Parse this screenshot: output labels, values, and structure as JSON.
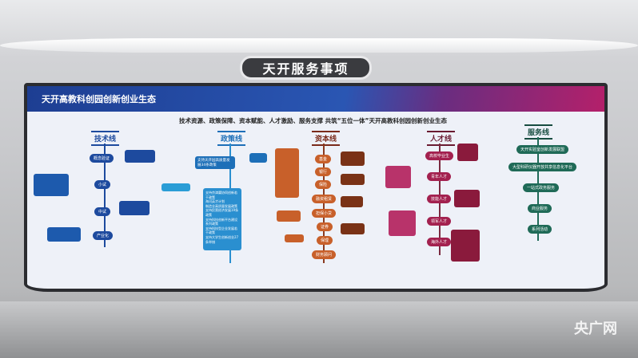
{
  "sign": "天开服务事项",
  "banner_title": "天开高教科创园创新创业生态",
  "subtitle": "技术资源、政策保障、资本赋能、人才激励、服务支撑 共筑“五位一体”天开高教科创园创新创业生态",
  "tech": {
    "title": "技术线",
    "nodes": [
      "概念验证",
      "小试",
      "中试",
      "产业化"
    ],
    "color": "#1d4a9e"
  },
  "policy": {
    "title": "政策线",
    "top": "支持天开园高质量发展34条政策",
    "items": [
      "支持京津冀协同创新若干政策",
      "海河英才计划",
      "制造业高质量发展政策",
      "支持民营经济发展19条政策",
      "支持科技创新平台建设系列政策",
      "支持科技型企业发展若干政策",
      "支持大学生创新创业27条举措"
    ],
    "color": "#2a8fd0"
  },
  "capital": {
    "title": "资本线",
    "nodes": [
      "基金",
      "银行",
      "保险",
      "融资租赁",
      "担保小贷",
      "证券",
      "保理",
      "财务顾问"
    ],
    "color": "#c8602a"
  },
  "talent": {
    "title": "人才线",
    "nodes": [
      "高校毕业生",
      "青年人才",
      "技能人才",
      "领军人才",
      "海外人才"
    ],
    "color": "#a3214f"
  },
  "service": {
    "title": "服务线",
    "nodes": [
      "天开实验室创新发展联盟",
      "大型科研仪器开放共享信息化平台",
      "一站式政务服务",
      "商业服务",
      "系列活动"
    ],
    "color": "#1f6a57"
  },
  "watermark": "央广网"
}
